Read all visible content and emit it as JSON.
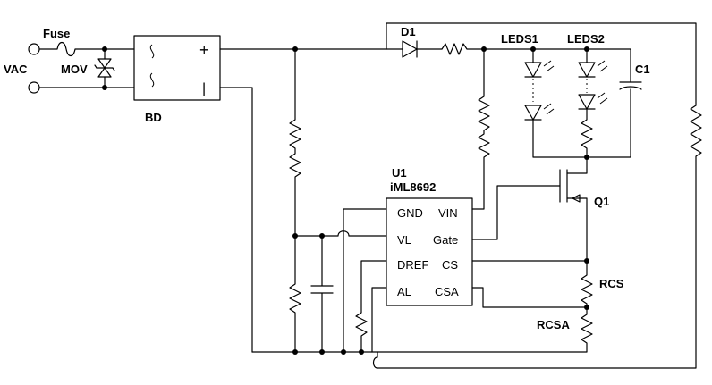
{
  "labels": {
    "vac": "VAC",
    "fuse": "Fuse",
    "mov": "MOV",
    "bd": "BD",
    "d1": "D1",
    "leds1": "LEDS1",
    "leds2": "LEDS2",
    "c1": "C1",
    "u1": "U1",
    "ic_part": "iML8692",
    "q1": "Q1",
    "rcs": "RCS",
    "rcsa": "RCSA",
    "bridge_plus": "+",
    "bridge_minus": "|"
  },
  "ic_pins": {
    "gnd": "GND",
    "vin": "VIN",
    "vl": "VL",
    "gate": "Gate",
    "dref": "DREF",
    "cs": "CS",
    "al": "AL",
    "csa": "CSA"
  },
  "colors": {
    "led_s1": "#fff3b0",
    "led_s2": "#f7b52c",
    "wire": "#000000"
  }
}
